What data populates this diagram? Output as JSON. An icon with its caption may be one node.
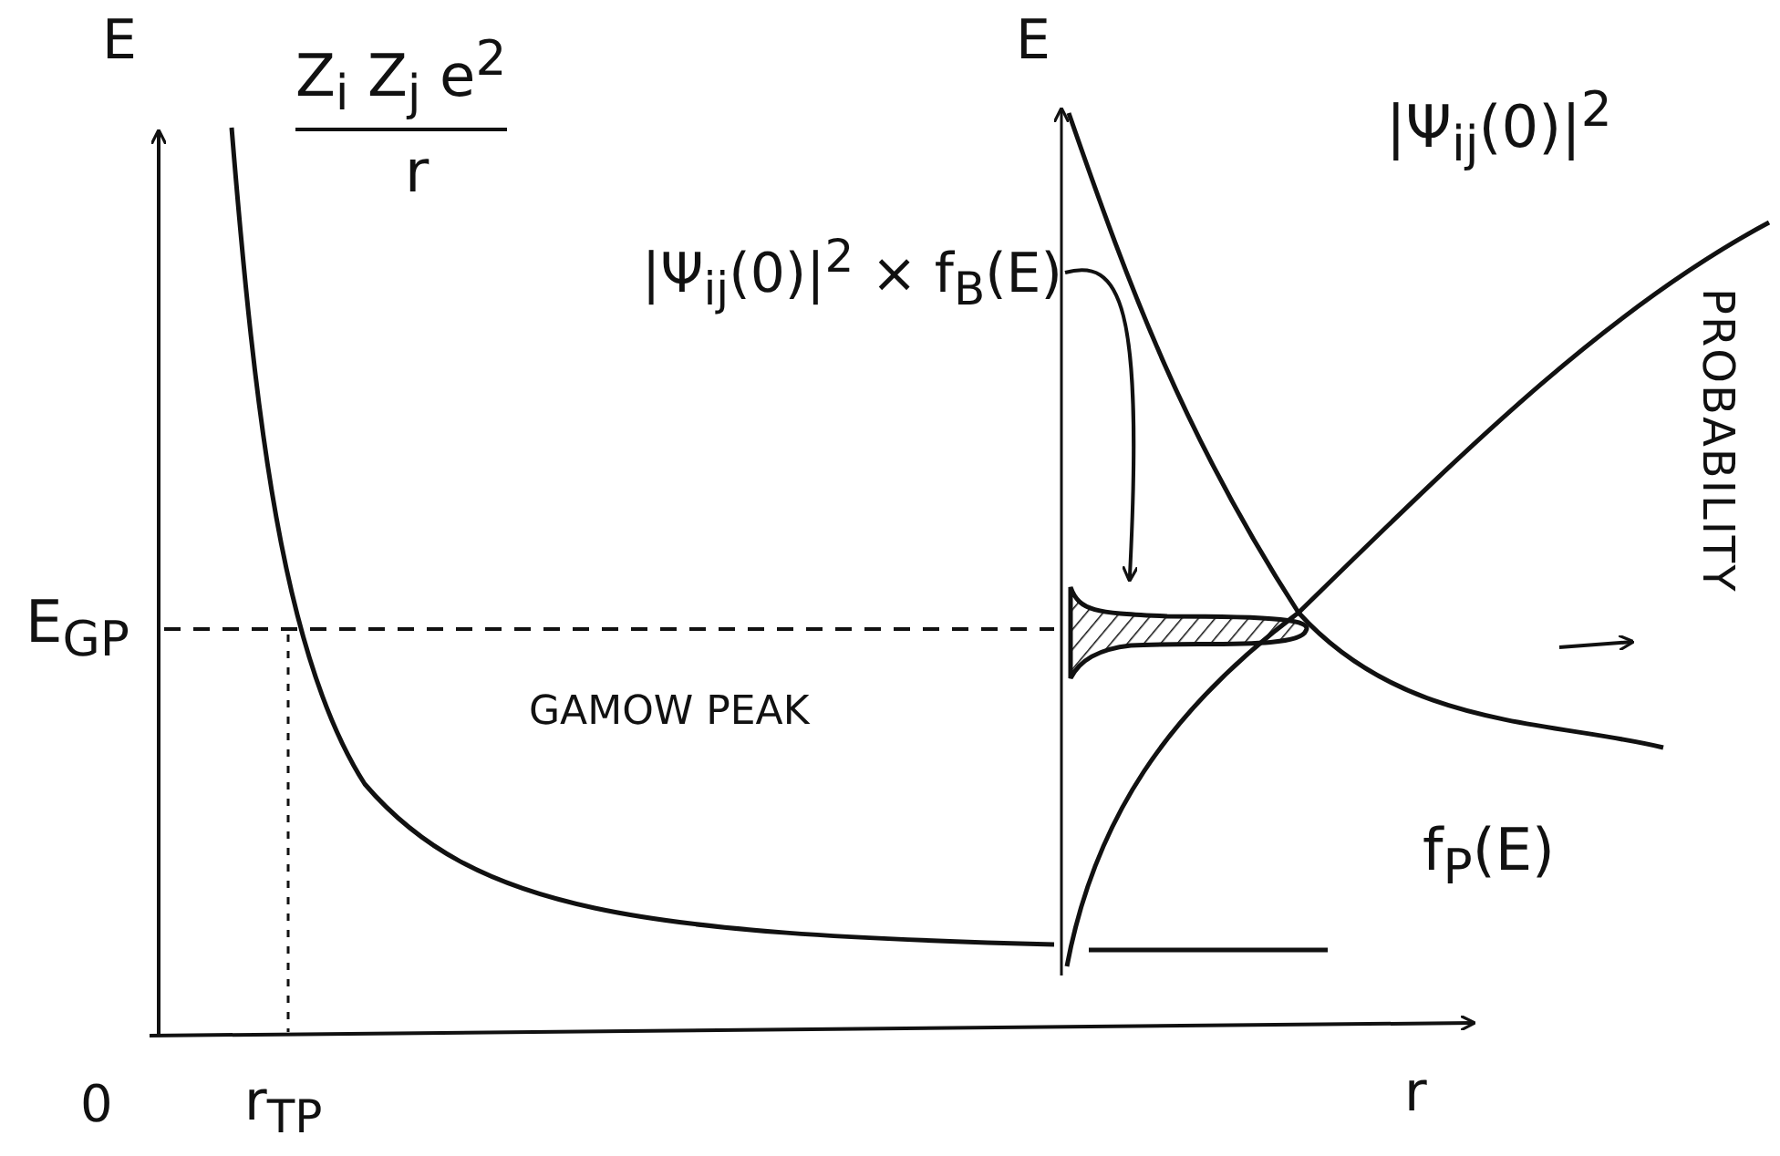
{
  "diagram": {
    "nodes": [
      {
        "text": [
          "|Ψ$_{ij}$(0)|$^{2}$ × f$_{B}$(E)"
        ]
      },
      {
        "text": [],
        "shape": "curve"
      }
    ],
    "edges": [
      {
        "from": 0,
        "to": 1,
        "arrow": "to"
      }
    ],
    "labels": [
      "E",
      "Z$_{i}$ Z$_{j}$ e$^{2}$",
      "r",
      "E",
      "|Ψ$_{ij}$(0)|$^{2}$",
      "E$_{GP}$",
      "GAMOW PEAK",
      "PROBABILITY",
      "f$_{P}$(E)",
      "0",
      "r$_{TP}$",
      "r"
    ]
  }
}
